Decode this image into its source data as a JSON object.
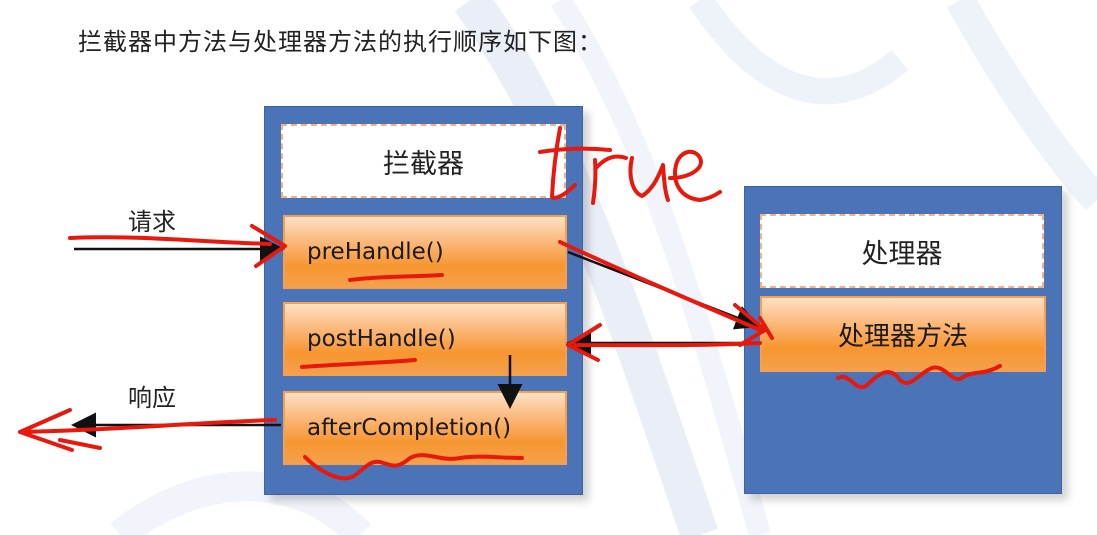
{
  "title": "拦截器中方法与处理器方法的执行顺序如下图：",
  "interceptor": {
    "header": "拦截器",
    "methods": [
      "preHandle()",
      "postHandle()",
      "afterCompletion()"
    ]
  },
  "handler": {
    "header": "处理器",
    "method": "处理器方法"
  },
  "labels": {
    "request": "请求",
    "response": "响应"
  },
  "annotation": {
    "handwritten": "true"
  },
  "colors": {
    "panel": "#4a73b8",
    "method_fill": "#f7962f",
    "dashed_border": "#f4b183",
    "ink_red": "#e8180c"
  }
}
